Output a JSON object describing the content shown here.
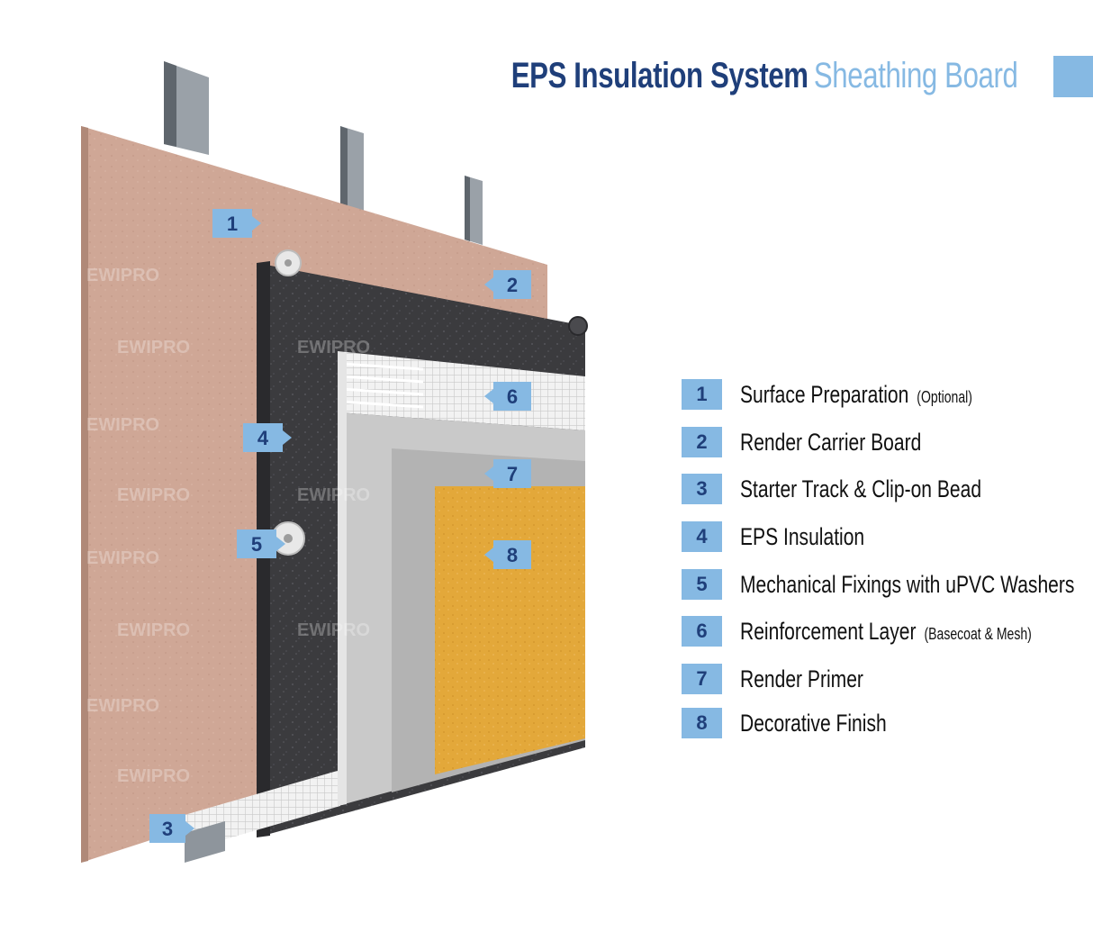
{
  "title": {
    "main": "EPS Insulation System",
    "sub": "Sheathing Board"
  },
  "colors": {
    "navy": "#1f3f7a",
    "accent": "#86b9e3",
    "sheathing": "#cfa796",
    "eps": "#3b3b3e",
    "mesh": "#e9e9e9",
    "primer": "#b9b9b9",
    "finish": "#e3a83a"
  },
  "watermark": "EWIPRO",
  "callouts": [
    {
      "num": "1"
    },
    {
      "num": "2"
    },
    {
      "num": "3"
    },
    {
      "num": "4"
    },
    {
      "num": "5"
    },
    {
      "num": "6"
    },
    {
      "num": "7"
    },
    {
      "num": "8"
    }
  ],
  "legend": [
    {
      "num": "1",
      "text": "Surface Preparation",
      "note": "(Optional)"
    },
    {
      "num": "2",
      "text": "Render Carrier Board",
      "note": ""
    },
    {
      "num": "3",
      "text": "Starter Track & Clip-on Bead",
      "note": ""
    },
    {
      "num": "4",
      "text": "EPS Insulation",
      "note": ""
    },
    {
      "num": "5",
      "text": "Mechanical Fixings with uPVC Washers",
      "note": ""
    },
    {
      "num": "6",
      "text": "Reinforcement Layer",
      "note": "(Basecoat & Mesh)"
    },
    {
      "num": "7",
      "text": "Render Primer",
      "note": ""
    },
    {
      "num": "8",
      "text": "Decorative Finish",
      "note": ""
    }
  ]
}
